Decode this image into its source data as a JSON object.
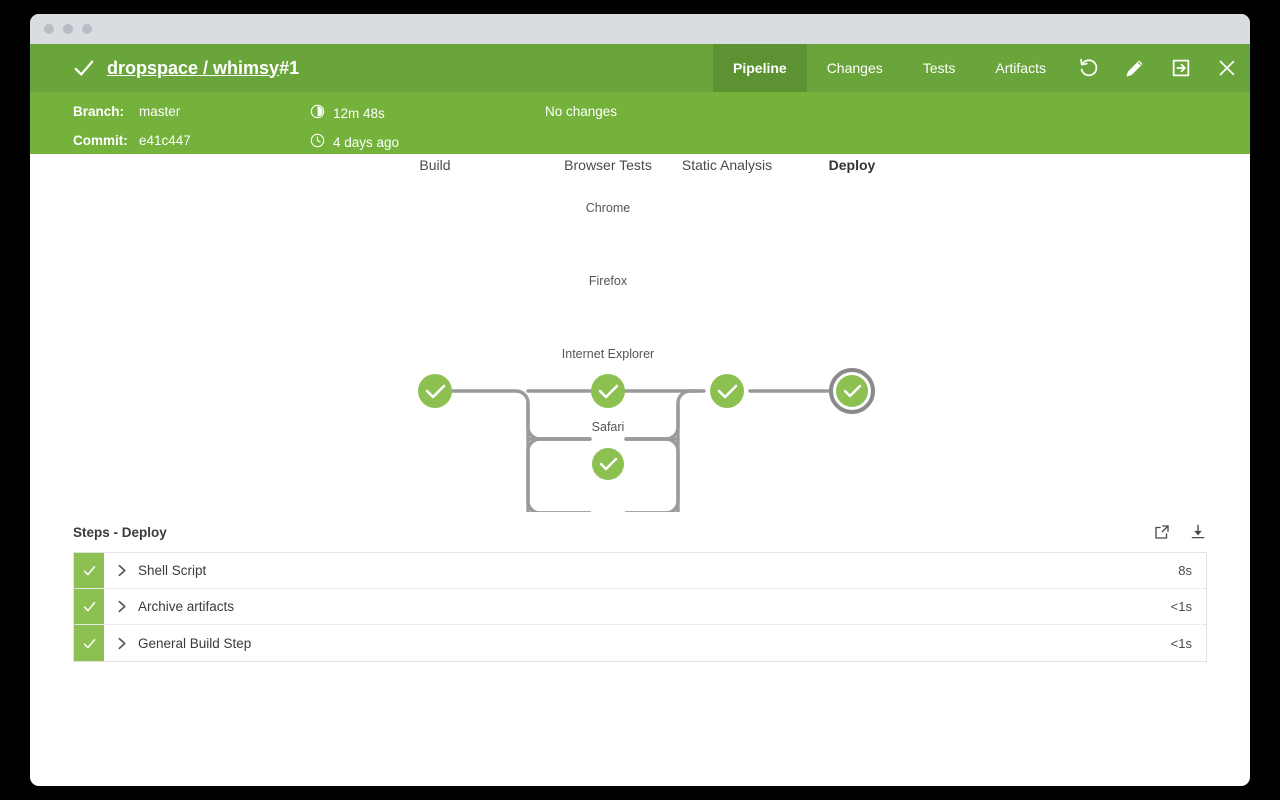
{
  "window": {
    "dots": [
      "close-dot",
      "minimize-dot",
      "zoom-dot"
    ]
  },
  "header": {
    "status_icon": "check-icon",
    "project": "dropspace / whimsy",
    "run_number": "#1",
    "tabs": [
      {
        "label": "Pipeline",
        "active": true
      },
      {
        "label": "Changes",
        "active": false
      },
      {
        "label": "Tests",
        "active": false
      },
      {
        "label": "Artifacts",
        "active": false
      }
    ],
    "actions": [
      {
        "name": "rerun-icon",
        "label": "Rerun"
      },
      {
        "name": "edit-icon",
        "label": "Edit"
      },
      {
        "name": "open-in-icon",
        "label": "Go to"
      },
      {
        "name": "close-icon",
        "label": "Close"
      }
    ]
  },
  "info": {
    "branch_label": "Branch:",
    "branch_value": "master",
    "commit_label": "Commit:",
    "commit_value": "e41c447",
    "duration_icon": "duration-icon",
    "duration_value": "12m 48s",
    "time_icon": "clock-icon",
    "time_value": "4 days ago",
    "changes_value": "No changes"
  },
  "pipeline": {
    "stages": [
      {
        "label": "Build",
        "selected": false,
        "status": "success"
      },
      {
        "label": "Browser Tests",
        "selected": false,
        "status": "success"
      },
      {
        "label": "Static Analysis",
        "selected": false,
        "status": "success"
      },
      {
        "label": "Deploy",
        "selected": true,
        "status": "success"
      }
    ],
    "parallel_nodes": [
      {
        "label": "Chrome",
        "status": "success"
      },
      {
        "label": "Firefox",
        "status": "success"
      },
      {
        "label": "Internet Explorer",
        "status": "success"
      },
      {
        "label": "Safari",
        "status": "success"
      }
    ],
    "colors": {
      "node_green": "#8cc152",
      "edge_gray": "#9a9a9a",
      "selection_ring": "#8a8a8a"
    }
  },
  "steps": {
    "title": "Steps - Deploy",
    "actions": [
      {
        "name": "open-log-icon",
        "label": "Open log"
      },
      {
        "name": "download-icon",
        "label": "Download"
      }
    ],
    "rows": [
      {
        "status": "success",
        "name": "Shell Script",
        "duration": "8s"
      },
      {
        "status": "success",
        "name": "Archive artifacts",
        "duration": "<1s"
      },
      {
        "status": "success",
        "name": "General Build Step",
        "duration": "<1s"
      }
    ]
  }
}
